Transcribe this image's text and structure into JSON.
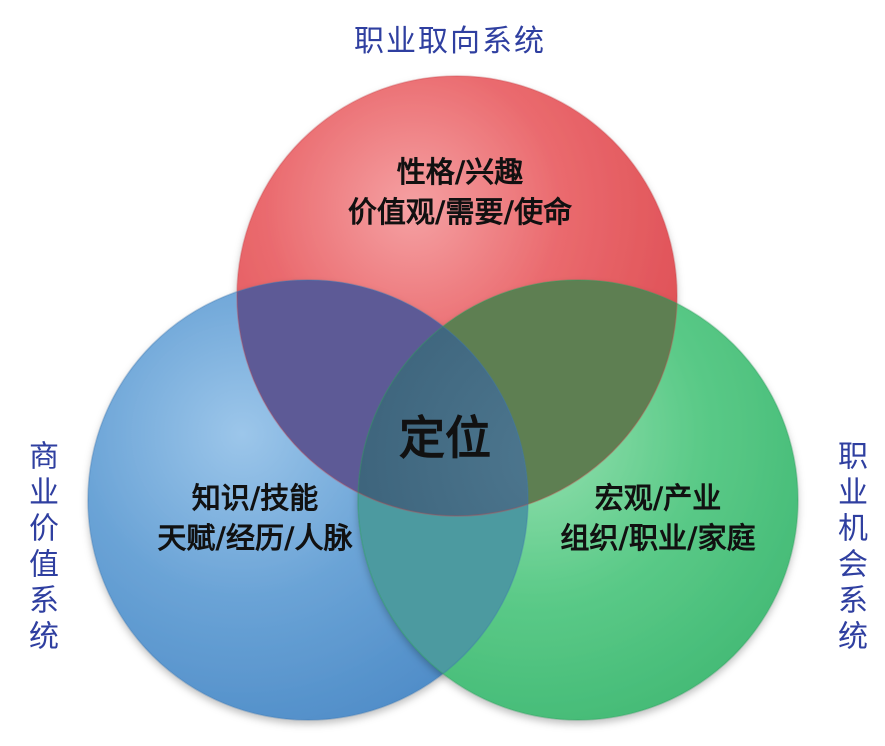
{
  "systems": {
    "top": {
      "title": "职业取向系统",
      "line1": "性格/兴趣",
      "line2": "价值观/需要/使命",
      "color": "#e8454a"
    },
    "left": {
      "title": "商业价值系统",
      "line1": "知识/技能",
      "line2": "天赋/经历/人脉",
      "color": "#3f86c9"
    },
    "right": {
      "title": "职业机会系统",
      "line1": "宏观/产业",
      "line2": "组织/职业/家庭",
      "color": "#37b86a"
    }
  },
  "center": {
    "label": "定位"
  },
  "colors": {
    "title_text": "#2f3fa0",
    "overlap_top_left": "#5c5590",
    "overlap_top_right": "#597a4f",
    "overlap_left_right": "#3d8a8a",
    "center_overlap": "#3f5e78"
  }
}
